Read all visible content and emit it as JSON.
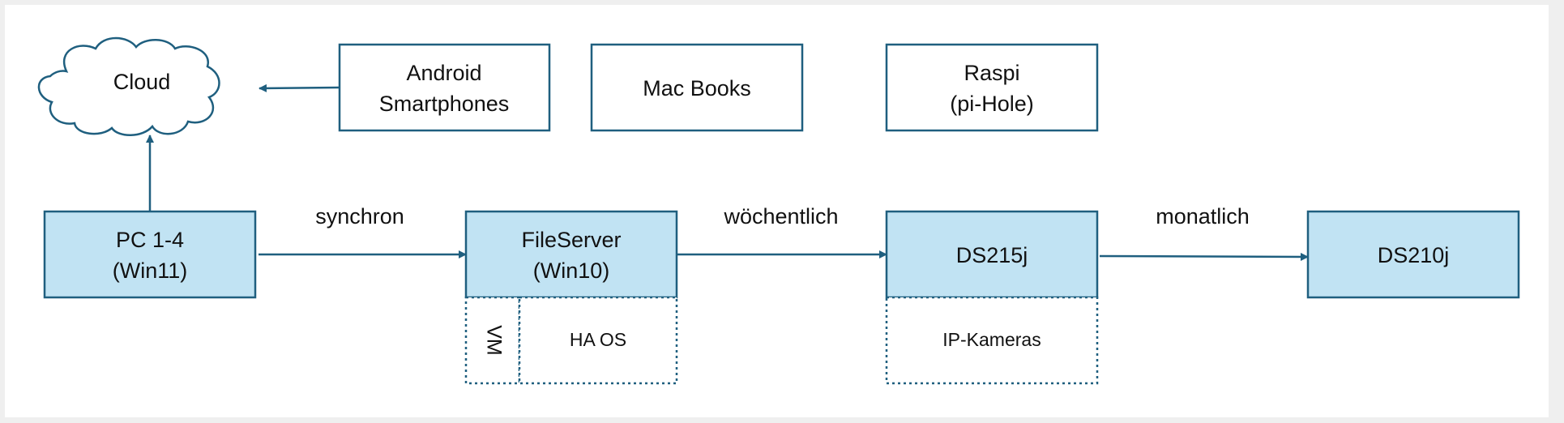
{
  "colors": {
    "stroke": "#1f5f7f",
    "fill_blue": "#c1e3f3",
    "fill_white": "#ffffff",
    "text": "#111111"
  },
  "nodes": {
    "cloud": {
      "label": "Cloud"
    },
    "android": {
      "line1": "Android",
      "line2": "Smartphones"
    },
    "macbooks": {
      "label": "Mac Books"
    },
    "raspi": {
      "line1": "Raspi",
      "line2": "(pi-Hole)"
    },
    "pc": {
      "line1": "PC 1-4",
      "line2": "(Win11)"
    },
    "fileserver": {
      "line1": "FileServer",
      "line2": "(Win10)"
    },
    "vm": {
      "label": "VM"
    },
    "haos": {
      "label": "HA OS"
    },
    "ds215j": {
      "label": "DS215j"
    },
    "ipcams": {
      "label": "IP-Kameras"
    },
    "ds210j": {
      "label": "DS210j"
    }
  },
  "edges": {
    "pc_fileserver": {
      "label": "synchron"
    },
    "fileserver_ds215j": {
      "label": "wöchentlich"
    },
    "ds215j_ds210j": {
      "label": "monatlich"
    }
  }
}
